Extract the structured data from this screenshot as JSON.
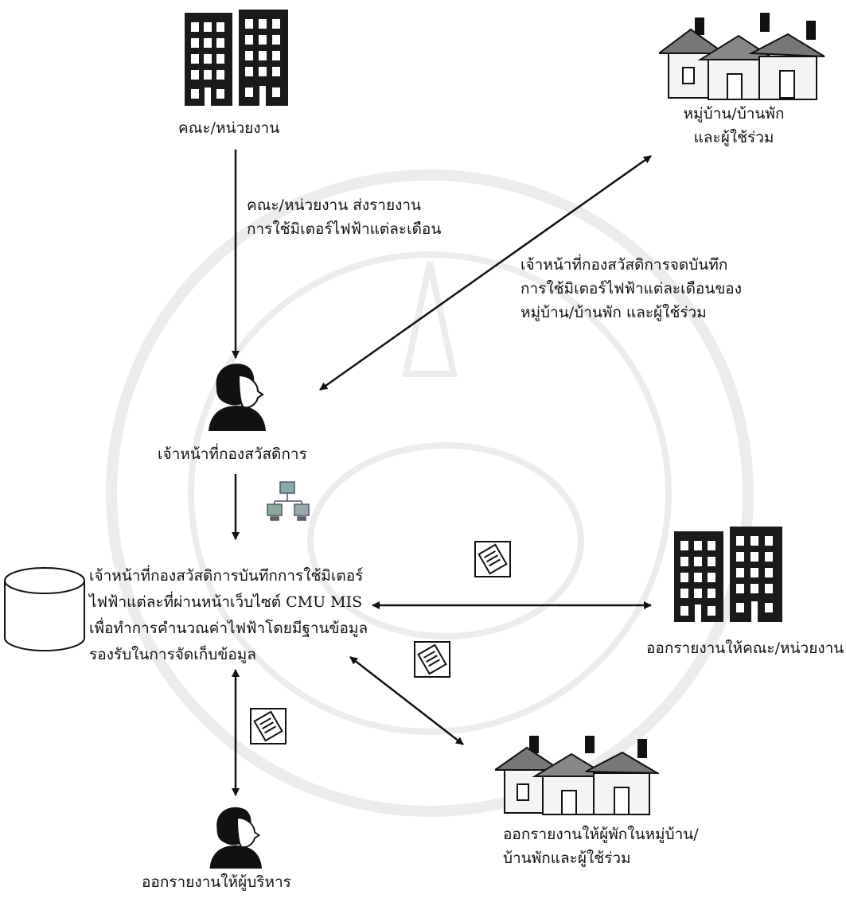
{
  "nodes": {
    "faculty_top": {
      "label": "คณะ/หน่วยงาน"
    },
    "village_top": {
      "label_line1": "หมู่บ้าน/บ้านพัก",
      "label_line2": "และผู้ใช้ร่วม"
    },
    "staff": {
      "label": "เจ้าหน้าที่กองสวัสดิการ"
    },
    "system": {
      "line1": "เจ้าหน้าที่กองสวัสดิการบันทึกการใช้มิเตอร์",
      "line2": "ไฟฟ้าแต่ละที่ผ่านหน้าเว็บไซต์ CMU MIS",
      "line3": "เพื่อทำการคำนวณค่าไฟฟ้าโดยมีฐานข้อมูล",
      "line4": "รองรับในการจัดเก็บข้อมูล"
    },
    "faculty_report": {
      "label": "ออกรายงานให้คณะ/หน่วยงาน"
    },
    "village_report": {
      "label_line1": "ออกรายงานให้ผู้พักในหมู่บ้าน/",
      "label_line2": "บ้านพักและผู้ใช้ร่วม"
    },
    "executive_report": {
      "label": "ออกรายงานให้ผู้บริหาร"
    }
  },
  "edges": {
    "faculty_to_staff": {
      "line1": "คณะ/หน่วยงาน ส่งรายงาน",
      "line2": "การใช้มิเตอร์ไฟฟ้าแต่ละเดือน"
    },
    "staff_village": {
      "line1": "เจ้าหน้าที่กองสวัสดิการจดบันทึก",
      "line2": "การใช้มิเตอร์ไฟฟ้าแต่ละเดือนของ",
      "line3": "หมู่บ้าน/บ้านพัก และผู้ใช้ร่วม"
    }
  },
  "colors": {
    "line": "#111111",
    "building": "#1a1a1a",
    "roof": "#777777",
    "house_wall": "#f4f4f4"
  }
}
